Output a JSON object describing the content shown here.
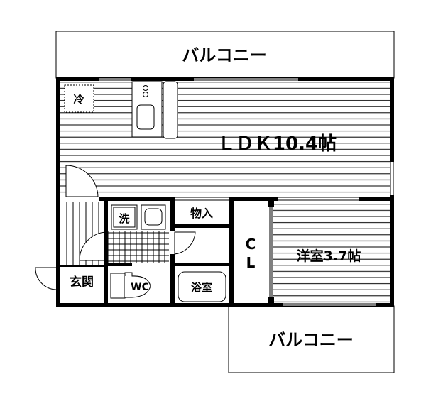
{
  "floor_plan": {
    "balcony_top": "バルコニー",
    "balcony_bottom": "バルコニー",
    "ldk": "ＬＤＫ10.4帖",
    "refrigerator": "冷",
    "washer": "洗",
    "storage": "物入",
    "closet_c": "C",
    "closet_l": "L",
    "bedroom": "洋室3.7帖",
    "entrance": "玄関",
    "toilet": "WC",
    "bathroom": "浴室"
  },
  "colors": {
    "line": "#000000",
    "background": "#ffffff"
  }
}
